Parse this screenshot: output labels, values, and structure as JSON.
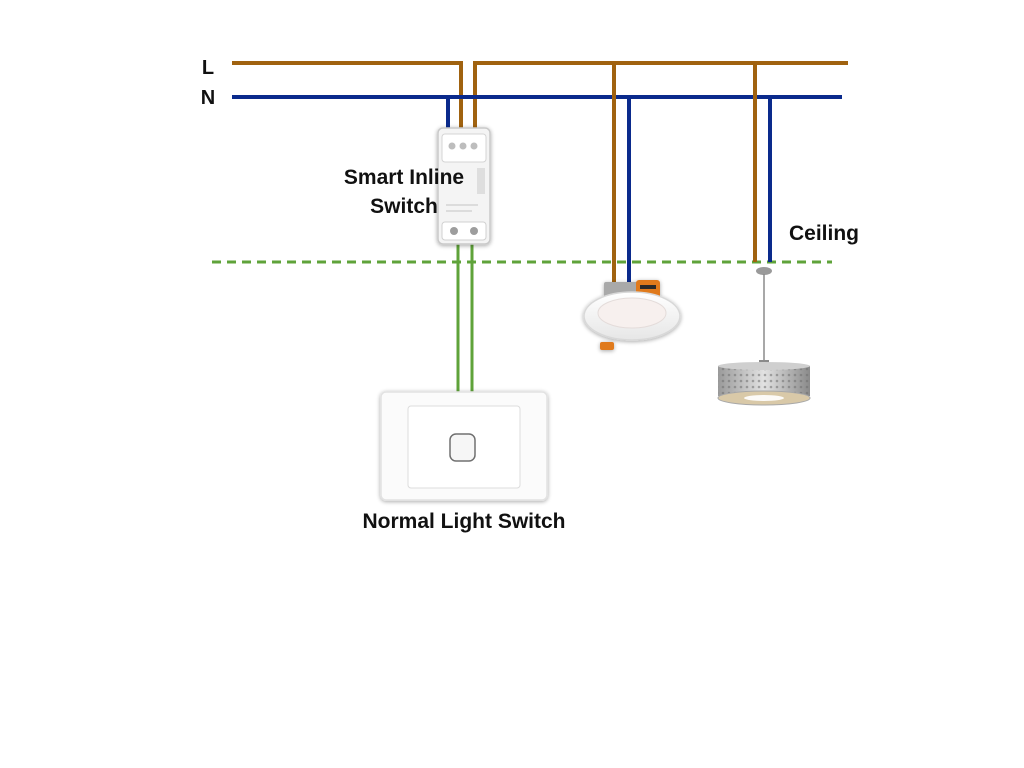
{
  "labels": {
    "live": "L",
    "neutral": "N",
    "smart_switch_line1": "Smart Inline",
    "smart_switch_line2": "Switch",
    "ceiling": "Ceiling",
    "normal_switch": "Normal Light Switch"
  },
  "colors": {
    "live_wire": "#A0620F",
    "neutral_wire": "#0A2A8C",
    "switch_wire": "#5FA33A",
    "ceiling_line": "#5FA33A",
    "background": "#FFFFFF"
  },
  "icons": {
    "smart_switch": "smart-inline-switch-module",
    "wall_switch": "wall-light-switch",
    "downlight": "led-downlight",
    "pendant": "pendant-drum-light"
  }
}
